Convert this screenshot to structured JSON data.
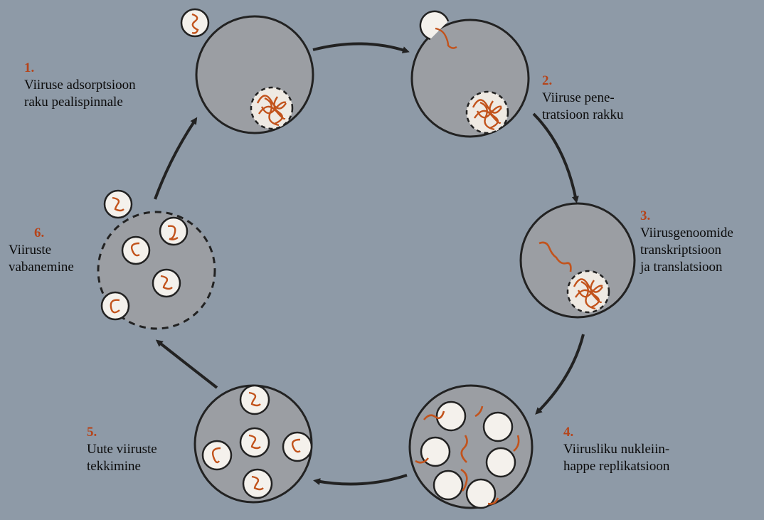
{
  "steps": [
    {
      "number": "1.",
      "text": "Viiruse adsorptsioon\nraku pealispinnale"
    },
    {
      "number": "2.",
      "text": "Viiruse pene-\ntratsioon rakku"
    },
    {
      "number": "3.",
      "text": "Viirusgenoomide\ntranskriptsioon\nja translatsioon"
    },
    {
      "number": "4.",
      "text": "Viirusliku nukleiin-\nhappe replikatsioon"
    },
    {
      "number": "5.",
      "text": "Uute viiruste\ntekkimine"
    },
    {
      "number": "6.",
      "text": "Viiruste\nvabanemine"
    }
  ],
  "colors": {
    "background": "#8e9aa7",
    "cell": "#9b9ea3",
    "outline": "#222222",
    "nucleic_acid": "#c2531c",
    "number": "#b5441a",
    "vesicle": "#f4f1ec"
  }
}
